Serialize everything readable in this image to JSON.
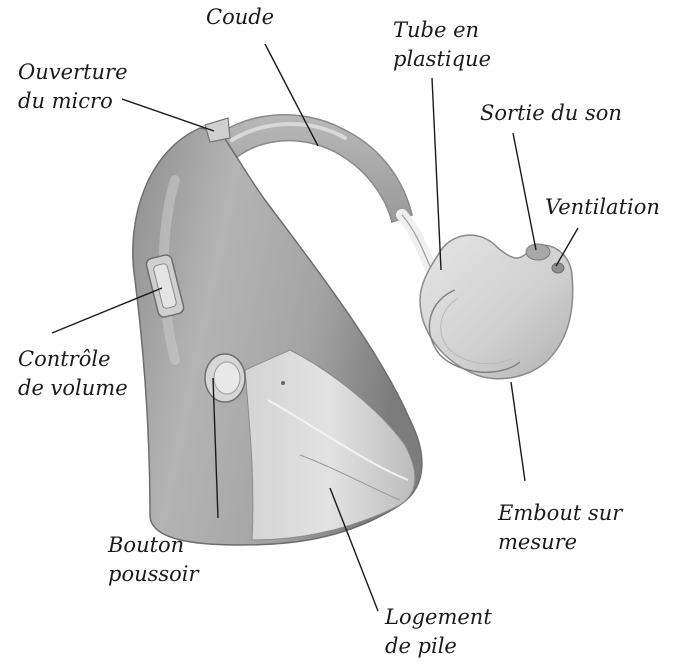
{
  "labels": {
    "coude": [
      "Coude"
    ],
    "tube": [
      "Tube en",
      "plastique"
    ],
    "ouverture": [
      "Ouverture",
      "du micro"
    ],
    "sortie": [
      "Sortie du son"
    ],
    "ventilation": [
      "Ventilation"
    ],
    "controle": [
      "Contrôle",
      "de volume"
    ],
    "bouton": [
      "Bouton",
      "poussoir"
    ],
    "embout": [
      "Embout sur",
      "mesure"
    ],
    "logement": [
      "Logement",
      "de pile"
    ]
  }
}
